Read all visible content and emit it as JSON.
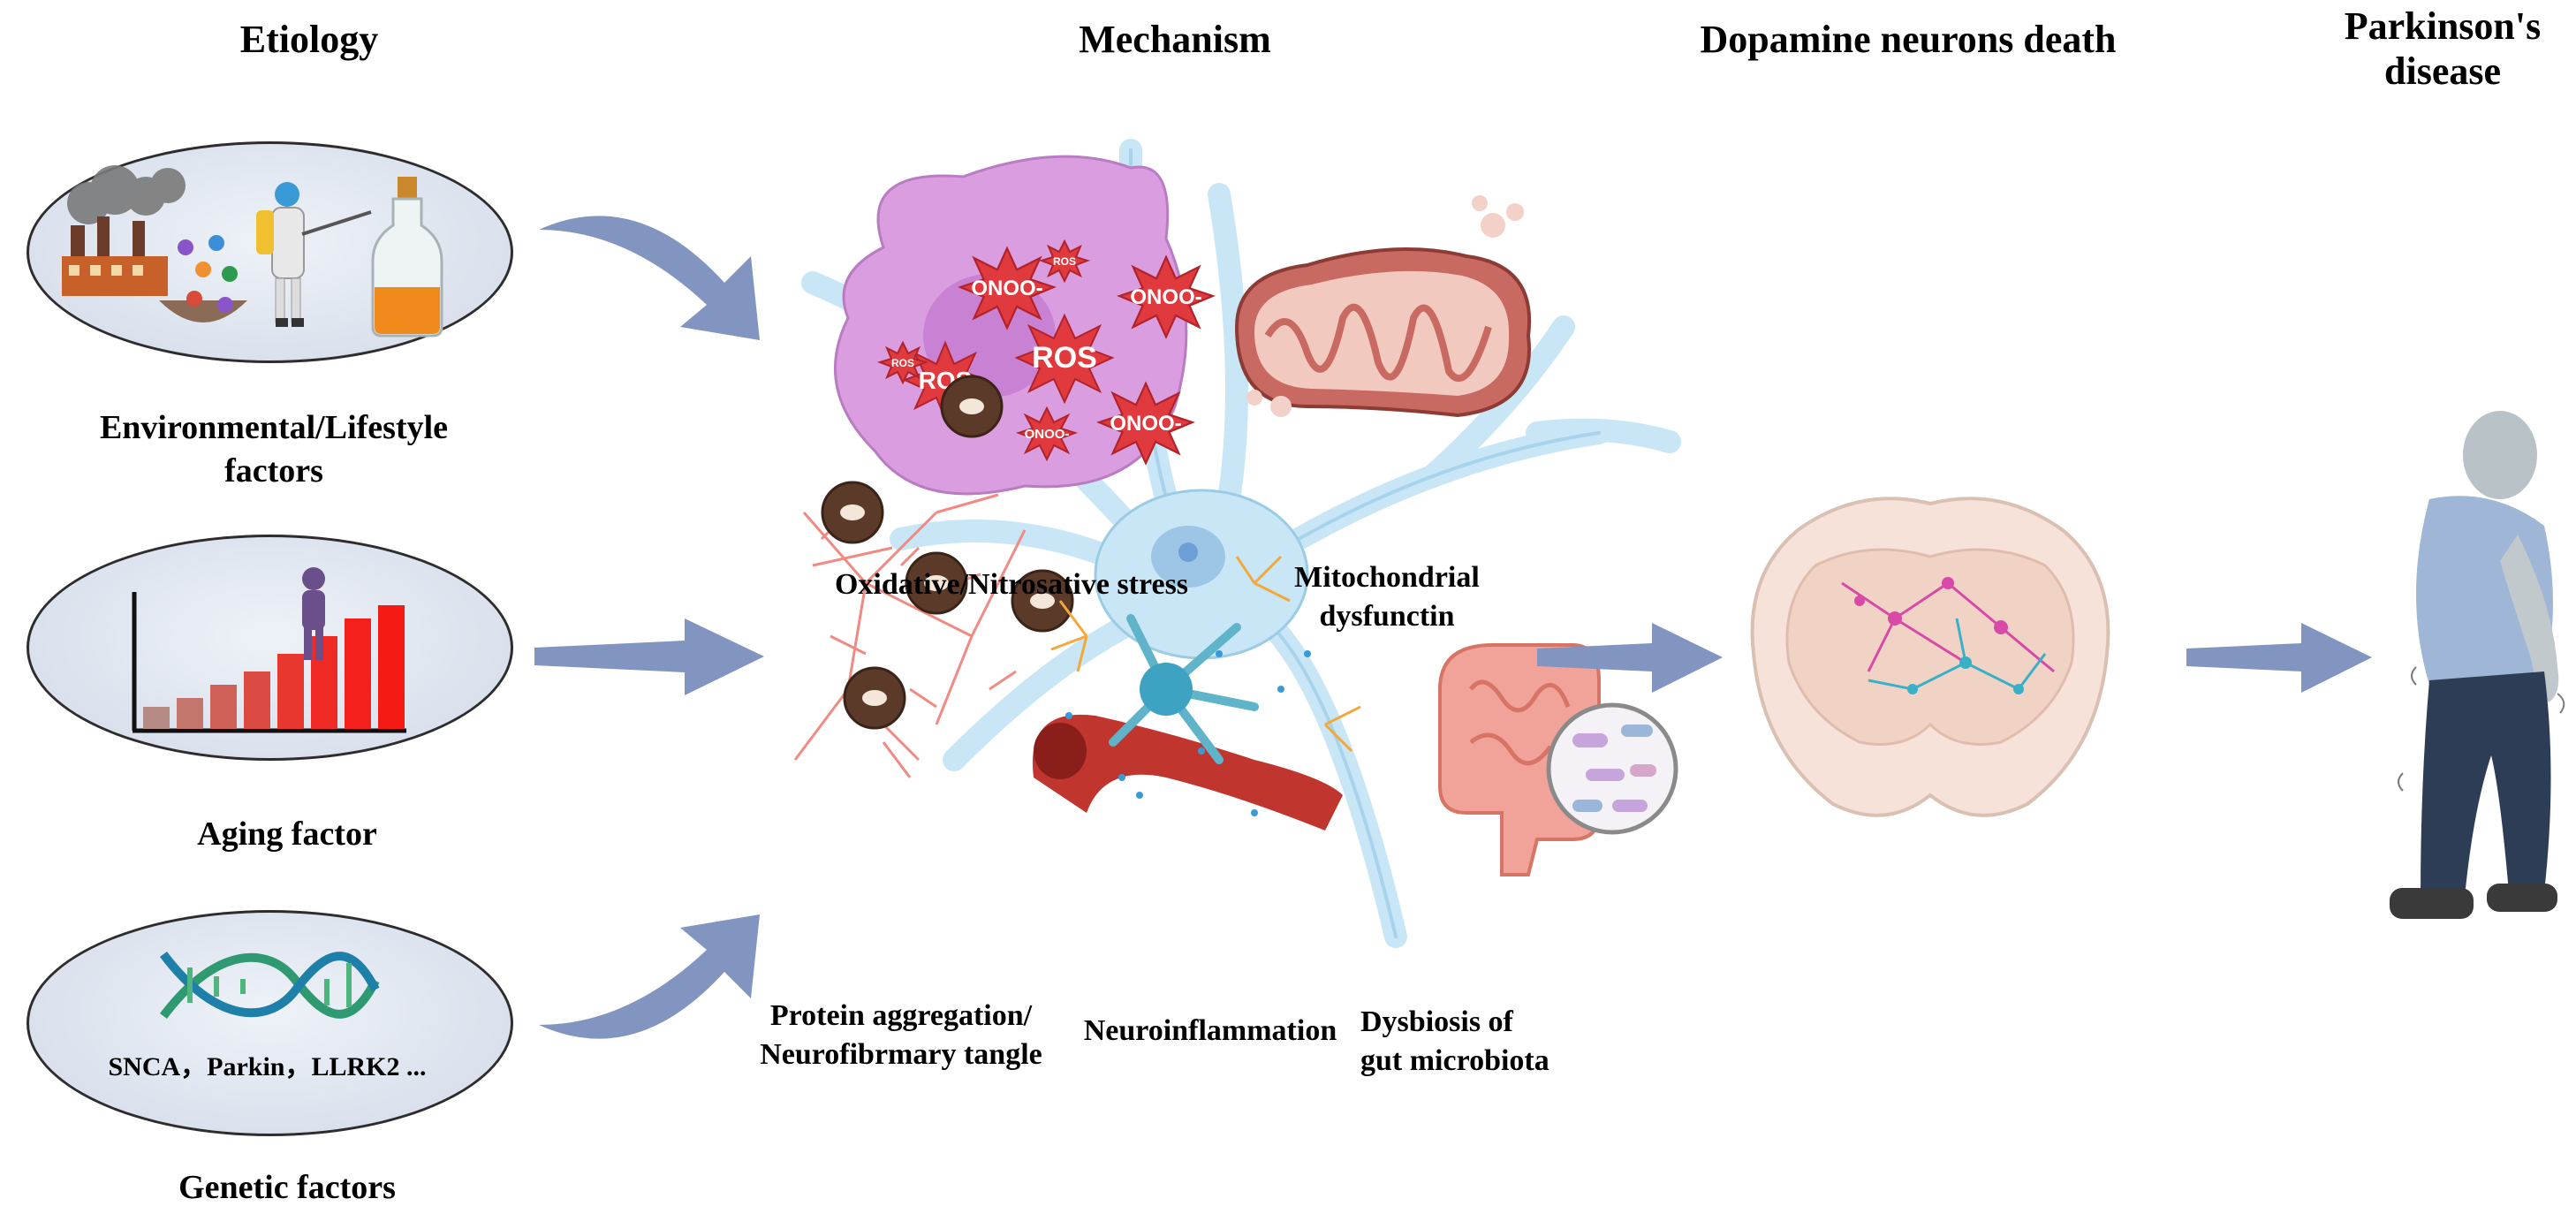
{
  "headers": {
    "etiology": "Etiology",
    "mechanism": "Mechanism",
    "dopamine": "Dopamine neurons death",
    "pd_line1": "Parkinson's",
    "pd_line2": "disease"
  },
  "etiology": {
    "environmental": {
      "line1": "Environmental/Lifestyle",
      "line2": "factors"
    },
    "aging": "Aging factor",
    "genetic": "Genetic factors",
    "genes": "SNCA，Parkin，LLRK2 ..."
  },
  "mechanism": {
    "oxidative": "Oxidative/Nitrosative stress",
    "mito_line1": "Mitochondrial",
    "mito_line2": "dysfunctin",
    "protein_line1": "Protein aggregation/",
    "protein_line2": "Neurofibrmary tangle",
    "neuroinflammation": "Neuroinflammation",
    "dysbiosis_line1": "Dysbiosis of",
    "dysbiosis_line2": "gut microbiota"
  },
  "ros_labels": {
    "ros": "ROS",
    "onoo": "ONOO-"
  },
  "aging_chart": {
    "values": [
      1,
      1.4,
      2,
      2.6,
      3.4,
      4.2,
      5,
      5.6
    ],
    "colors": [
      "#b58a84",
      "#c2766c",
      "#cf6158",
      "#dc4b43",
      "#e8372f",
      "#ef2a24",
      "#f3201b",
      "#f61a15"
    ]
  },
  "colors": {
    "arrow": "#8195c0",
    "oval_border": "#2d2d2d",
    "neuron": "#c9e6f6",
    "ros_star": "#e03a3e",
    "cell": "#d99de0"
  }
}
